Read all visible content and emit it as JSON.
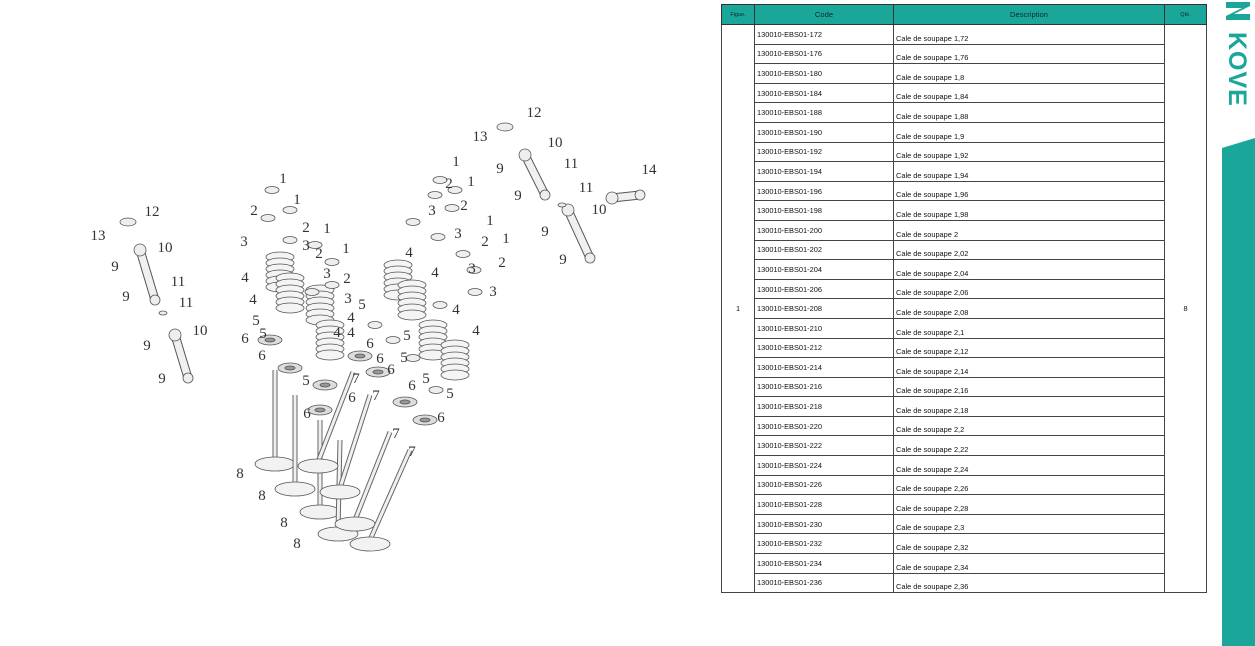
{
  "table": {
    "headers": {
      "figure": "Figue.",
      "code": "Code",
      "description": "Description",
      "qty": "Qté."
    },
    "figure": "1",
    "qty": "8",
    "rows": [
      {
        "code": "130010-EBS01-172",
        "description": "Cale de soupape 1,72"
      },
      {
        "code": "130010-EBS01-176",
        "description": "Cale de soupape 1,76"
      },
      {
        "code": "130010-EBS01-180",
        "description": "Cale de soupape 1,8"
      },
      {
        "code": "130010-EBS01-184",
        "description": "Cale de soupape 1,84"
      },
      {
        "code": "130010-EBS01-188",
        "description": "Cale de soupape 1,88"
      },
      {
        "code": "130010-EBS01-190",
        "description": "Cale de soupape 1,9"
      },
      {
        "code": "130010-EBS01-192",
        "description": "Cale de soupape 1,92"
      },
      {
        "code": "130010-EBS01-194",
        "description": "Cale de soupape 1,94"
      },
      {
        "code": "130010-EBS01-196",
        "description": "Cale de soupape 1,96"
      },
      {
        "code": "130010-EBS01-198",
        "description": "Cale de soupape 1,98"
      },
      {
        "code": "130010-EBS01-200",
        "description": "Cale de soupape 2"
      },
      {
        "code": "130010-EBS01-202",
        "description": "Cale de soupape 2,02"
      },
      {
        "code": "130010-EBS01-204",
        "description": "Cale de soupape 2,04"
      },
      {
        "code": "130010-EBS01-206",
        "description": "Cale de soupape 2,06"
      },
      {
        "code": "130010-EBS01-208",
        "description": "Cale de soupape 2,08"
      },
      {
        "code": "130010-EBS01-210",
        "description": "Cale de soupape 2,1"
      },
      {
        "code": "130010-EBS01-212",
        "description": "Cale de soupape 2,12"
      },
      {
        "code": "130010-EBS01-214",
        "description": "Cale de soupape 2,14"
      },
      {
        "code": "130010-EBS01-216",
        "description": "Cale de soupape 2,16"
      },
      {
        "code": "130010-EBS01-218",
        "description": "Cale de soupape 2,18"
      },
      {
        "code": "130010-EBS01-220",
        "description": "Cale de soupape 2,2"
      },
      {
        "code": "130010-EBS01-222",
        "description": "Cale de soupape 2,22"
      },
      {
        "code": "130010-EBS01-224",
        "description": "Cale de soupape 2,24"
      },
      {
        "code": "130010-EBS01-226",
        "description": "Cale de soupape 2,26"
      },
      {
        "code": "130010-EBS01-228",
        "description": "Cale de soupape 2,28"
      },
      {
        "code": "130010-EBS01-230",
        "description": "Cale de soupape 2,3"
      },
      {
        "code": "130010-EBS01-232",
        "description": "Cale de soupape 2,32"
      },
      {
        "code": "130010-EBS01-234",
        "description": "Cale de soupape 2,34"
      },
      {
        "code": "130010-EBS01-236",
        "description": "Cale de soupape 2,36"
      }
    ]
  },
  "diagram": {
    "callout_numbers": [
      "1",
      "2",
      "3",
      "4",
      "5",
      "6",
      "7",
      "8",
      "9",
      "10",
      "11",
      "12",
      "13",
      "14"
    ]
  },
  "brand": {
    "logo_text": "KOVE",
    "accent_color": "#1aa79a",
    "icon": "kove-logo-icon"
  }
}
